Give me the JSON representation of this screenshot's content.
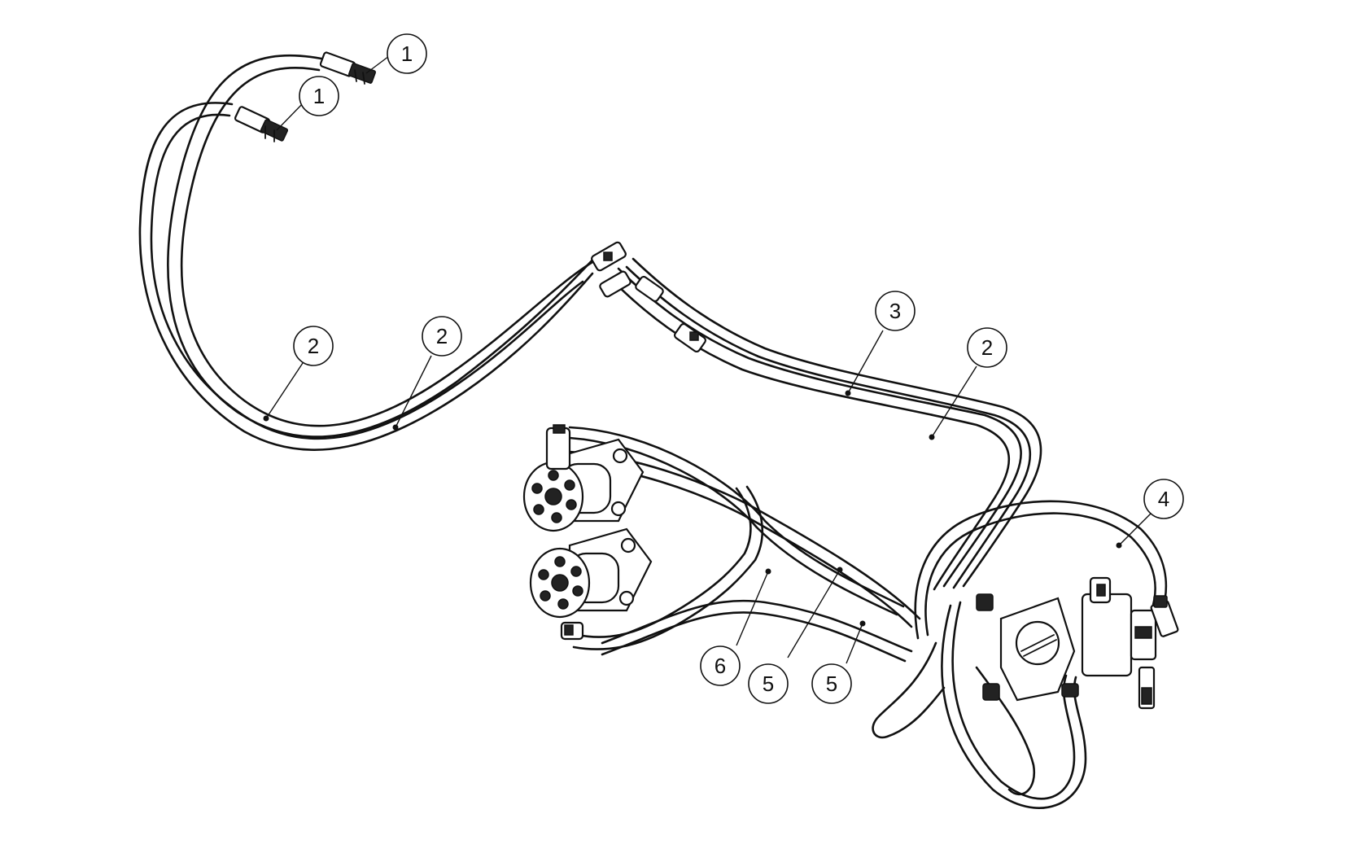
{
  "diagram": {
    "balloons": [
      {
        "id": "b1a",
        "label": "1"
      },
      {
        "id": "b1b",
        "label": "1"
      },
      {
        "id": "b2a",
        "label": "2"
      },
      {
        "id": "b2b",
        "label": "2"
      },
      {
        "id": "b3",
        "label": "3"
      },
      {
        "id": "b2c",
        "label": "2"
      },
      {
        "id": "b4",
        "label": "4"
      },
      {
        "id": "b6",
        "label": "6"
      },
      {
        "id": "b5a",
        "label": "5"
      },
      {
        "id": "b5b",
        "label": "5"
      }
    ]
  }
}
